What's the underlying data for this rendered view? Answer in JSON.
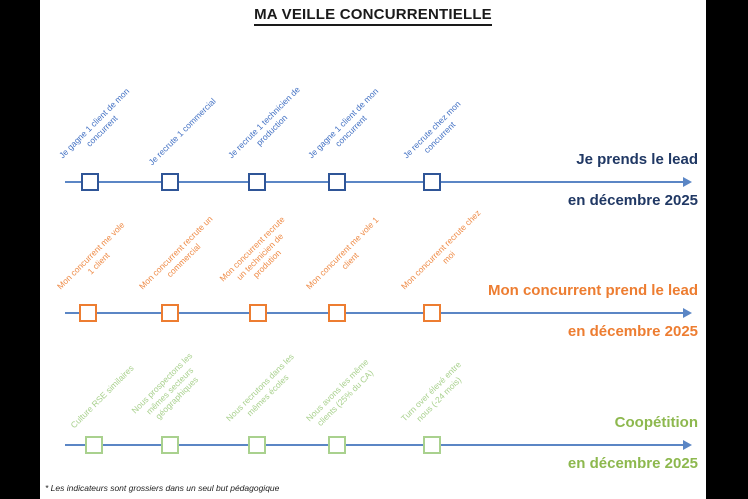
{
  "title": "MA VEILLE CONCURRENTIELLE",
  "footnote": "* Les indicateurs sont grossiers dans un seul but pédagogique",
  "colors": {
    "timeline_arrow": "#5b86c5",
    "blue_square": "#2f5597",
    "blue_label": "#4472c4",
    "blue_outcome": "#203864",
    "orange": "#ed7d31",
    "green_label": "#a9d18e",
    "green_outcome": "#8db84e",
    "background_bars": "#000000",
    "canvas": "#ffffff"
  },
  "timelines": [
    {
      "name": "je-prends-le-lead",
      "outcome_line1": "Je prends le lead",
      "outcome_line2": "en décembre 2025",
      "milestones": [
        {
          "label": "Je gagne 1 client de mon\nconcurrent"
        },
        {
          "label": "Je recrute 1 commercial"
        },
        {
          "label": "Je recrute 1 technicien de\nproduction"
        },
        {
          "label": "Je gagne 1 client de mon\nconcurrent"
        },
        {
          "label": "Je recrute chez mon\nconcurrent"
        }
      ]
    },
    {
      "name": "mon-concurrent-prend-le-lead",
      "outcome_line1": "Mon concurrent prend le lead",
      "outcome_line2": "en décembre 2025",
      "milestones": [
        {
          "label": "Mon concurrent me vole\n1 client"
        },
        {
          "label": "Mon concurrent recrute un\ncommercial"
        },
        {
          "label": "Mon concurrent recrute\nun technicien de\nprodution"
        },
        {
          "label": "Mon concurrent me vole 1\nclient"
        },
        {
          "label": "Mon concurrent recrute chez\nmoi"
        }
      ]
    },
    {
      "name": "coopetition",
      "outcome_line1": "Coopétition",
      "outcome_line2": "en décembre 2025",
      "milestones": [
        {
          "label": "Culture RSE similaires"
        },
        {
          "label": "Nous prospectons les\nmêmes secteurs\ngéographiques"
        },
        {
          "label": "Nous recrutons dans les\nmêmes écoles"
        },
        {
          "label": "Nous avons les même\nclients (25% du CA)"
        },
        {
          "label": "Turn over élevé entre\nnous (-24 mois)"
        }
      ]
    }
  ]
}
